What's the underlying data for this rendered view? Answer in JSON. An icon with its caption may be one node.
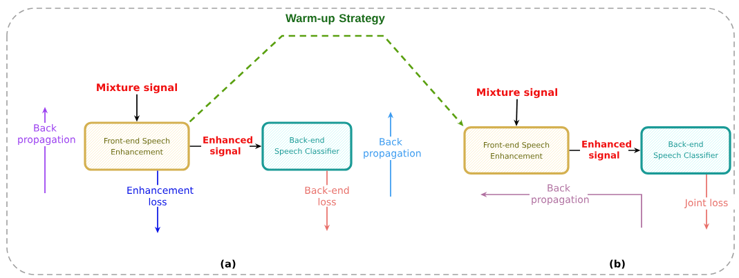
{
  "diagram": {
    "nodes": [
      {
        "text": [
          "Front-end Speech Enhancement"
        ]
      },
      {
        "text": [
          "Back-end Speech Classifier"
        ]
      },
      {
        "text": [
          "Front-end Speech Enhancement"
        ]
      },
      {
        "text": [
          "Back-end Speech Classifier"
        ]
      },
      {
        "text": [
          "Mixture signal"
        ]
      },
      {
        "text": [
          "Mixture signal"
        ]
      }
    ],
    "edges": [
      {
        "from": 4,
        "to": 0,
        "arrow": "to"
      },
      {
        "from": 0,
        "to": 1,
        "arrow": "to",
        "label": "Enhanced signal"
      },
      {
        "from": 0,
        "to": null,
        "arrow": "to",
        "label": "Enhancement loss",
        "color": "#0a14e6"
      },
      {
        "from": 1,
        "to": null,
        "arrow": "to",
        "label": "Back-end loss",
        "color": "#e8706a"
      },
      {
        "from": 0,
        "to": 2,
        "arrow": "to",
        "label": "Warm-up Strategy",
        "style": "dashed",
        "color": "#5aa010"
      },
      {
        "from": 5,
        "to": 2,
        "arrow": "to"
      },
      {
        "from": 2,
        "to": 3,
        "arrow": "to",
        "label": "Enhanced signal"
      },
      {
        "from": 3,
        "to": null,
        "arrow": "to",
        "label": "Joint loss",
        "color": "#e8706a"
      }
    ],
    "labels": [
      "Back propagation",
      "Back propagation",
      "Back propagation",
      "(a)",
      "(b)"
    ]
  }
}
